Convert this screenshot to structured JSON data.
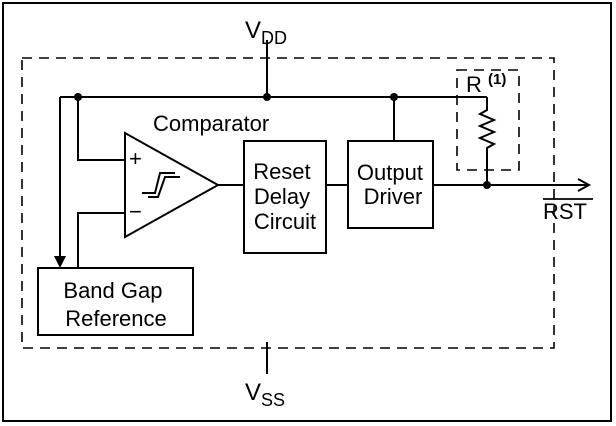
{
  "supply": {
    "vdd_main": "V",
    "vdd_sub": "DD",
    "vss_main": "V",
    "vss_sub": "SS"
  },
  "comparator": {
    "label": "Comparator",
    "plus": "+",
    "minus": "−"
  },
  "reset_delay": {
    "lines": [
      "Reset",
      "Delay",
      "Circuit"
    ]
  },
  "output_driver": {
    "lines": [
      "Output",
      "Driver"
    ]
  },
  "band_gap": {
    "lines": [
      "Band Gap",
      "Reference"
    ]
  },
  "resistor": {
    "label": "R",
    "note": "(1)"
  },
  "output_pin": {
    "label": "RST",
    "overbar": true
  }
}
